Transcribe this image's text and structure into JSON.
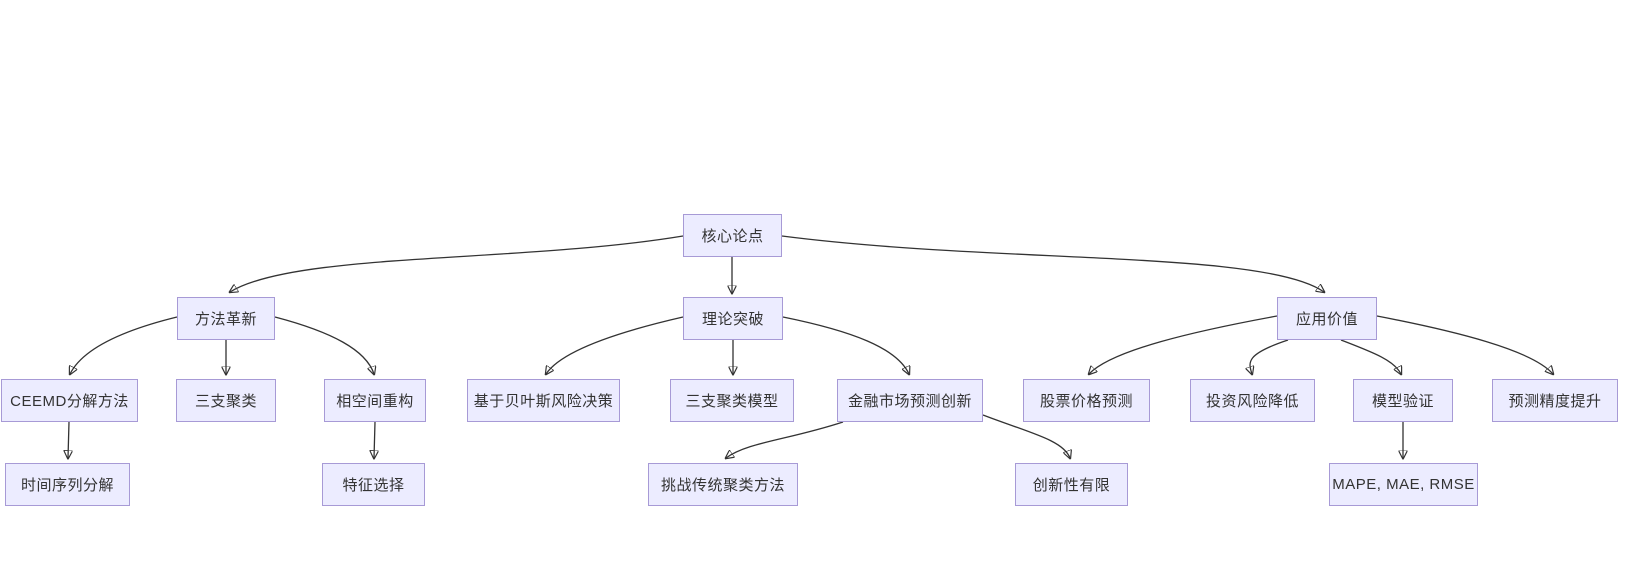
{
  "diagram": {
    "type": "flowchart-top-down",
    "palette": {
      "node_fill": "#ECECFF",
      "node_border": "#A79AD6",
      "edge_color": "#333333",
      "text_color": "#333333",
      "background": "#FFFFFF"
    },
    "nodes": {
      "core": {
        "label": "核心论点"
      },
      "method": {
        "label": "方法革新"
      },
      "theory": {
        "label": "理论突破"
      },
      "application": {
        "label": "应用价值"
      },
      "ceemd": {
        "label": "CEEMD分解方法"
      },
      "three_way": {
        "label": "三支聚类"
      },
      "phase_space": {
        "label": "相空间重构"
      },
      "bayes": {
        "label": "基于贝叶斯风险决策"
      },
      "twc_model": {
        "label": "三支聚类模型"
      },
      "fin_innovation": {
        "label": "金融市场预测创新"
      },
      "stock": {
        "label": "股票价格预测"
      },
      "risk": {
        "label": "投资风险降低"
      },
      "validation": {
        "label": "模型验证"
      },
      "accuracy": {
        "label": "预测精度提升"
      },
      "ts_decomp": {
        "label": "时间序列分解"
      },
      "feature": {
        "label": "特征选择"
      },
      "challenge": {
        "label": "挑战传统聚类方法"
      },
      "limited": {
        "label": "创新性有限"
      },
      "metrics": {
        "label": "MAPE, MAE, RMSE"
      }
    },
    "edges": [
      {
        "from": "core",
        "to": "method"
      },
      {
        "from": "core",
        "to": "theory"
      },
      {
        "from": "core",
        "to": "application"
      },
      {
        "from": "method",
        "to": "ceemd"
      },
      {
        "from": "method",
        "to": "three_way"
      },
      {
        "from": "method",
        "to": "phase_space"
      },
      {
        "from": "ceemd",
        "to": "ts_decomp"
      },
      {
        "from": "phase_space",
        "to": "feature"
      },
      {
        "from": "theory",
        "to": "bayes"
      },
      {
        "from": "theory",
        "to": "twc_model"
      },
      {
        "from": "theory",
        "to": "fin_innovation"
      },
      {
        "from": "fin_innovation",
        "to": "challenge"
      },
      {
        "from": "fin_innovation",
        "to": "limited"
      },
      {
        "from": "application",
        "to": "stock"
      },
      {
        "from": "application",
        "to": "risk"
      },
      {
        "from": "application",
        "to": "validation"
      },
      {
        "from": "application",
        "to": "accuracy"
      },
      {
        "from": "validation",
        "to": "metrics"
      }
    ]
  }
}
